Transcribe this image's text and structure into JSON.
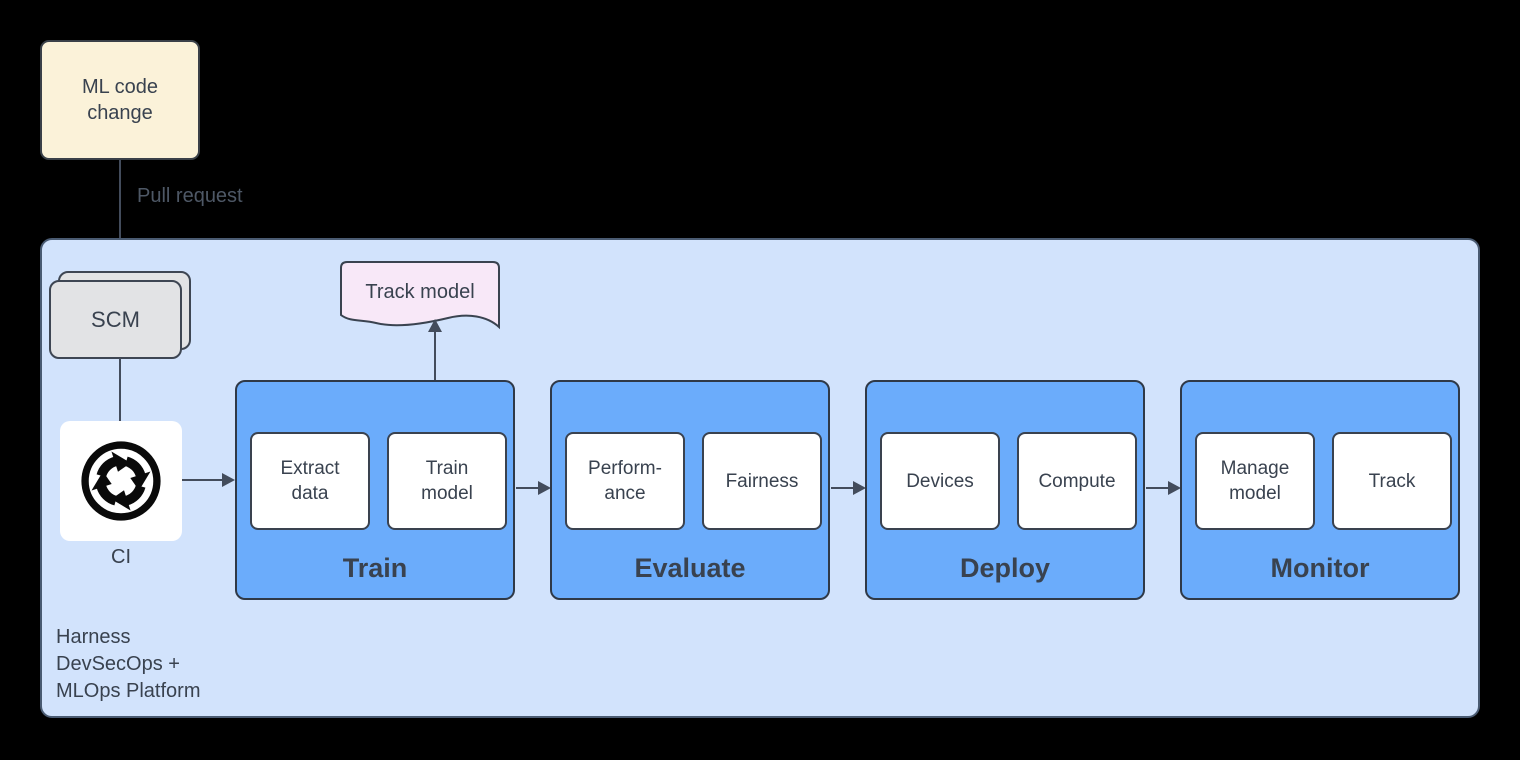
{
  "colors": {
    "background": "#000000",
    "container_fill": "#D2E3FC",
    "container_border": "#4A5B72",
    "stage_fill": "#6BACFB",
    "stage_border": "#2F3947",
    "card_fill": "#FFFFFF",
    "card_border": "#3A424F",
    "note_fill": "#FBF2D9",
    "note_border": "#3A4048",
    "scm_fill": "#E2E3E5",
    "scm_border": "#3E4653",
    "doc_fill": "#F8E8F8",
    "doc_border": "#3A4350",
    "icon": "#0A0A0A",
    "line": "#434C5C",
    "text": "#39424F",
    "muted_text": "#4E5866"
  },
  "nodes": {
    "ml_code_change": {
      "label": "ML code\nchange"
    },
    "scm": {
      "label": "SCM"
    },
    "ci": {
      "label": "CI"
    },
    "track_model": {
      "label": "Track model"
    },
    "platform": {
      "label": "Harness\nDevSecOps +\nMLOps Platform"
    }
  },
  "edges": {
    "pull_request": {
      "label": "Pull request"
    }
  },
  "stages": [
    {
      "label": "Train",
      "items": [
        "Extract\ndata",
        "Train\nmodel"
      ]
    },
    {
      "label": "Evaluate",
      "items": [
        "Perform-\nance",
        "Fairness"
      ]
    },
    {
      "label": "Deploy",
      "items": [
        "Devices",
        "Compute"
      ]
    },
    {
      "label": "Monitor",
      "items": [
        "Manage\nmodel",
        "Track"
      ]
    }
  ]
}
